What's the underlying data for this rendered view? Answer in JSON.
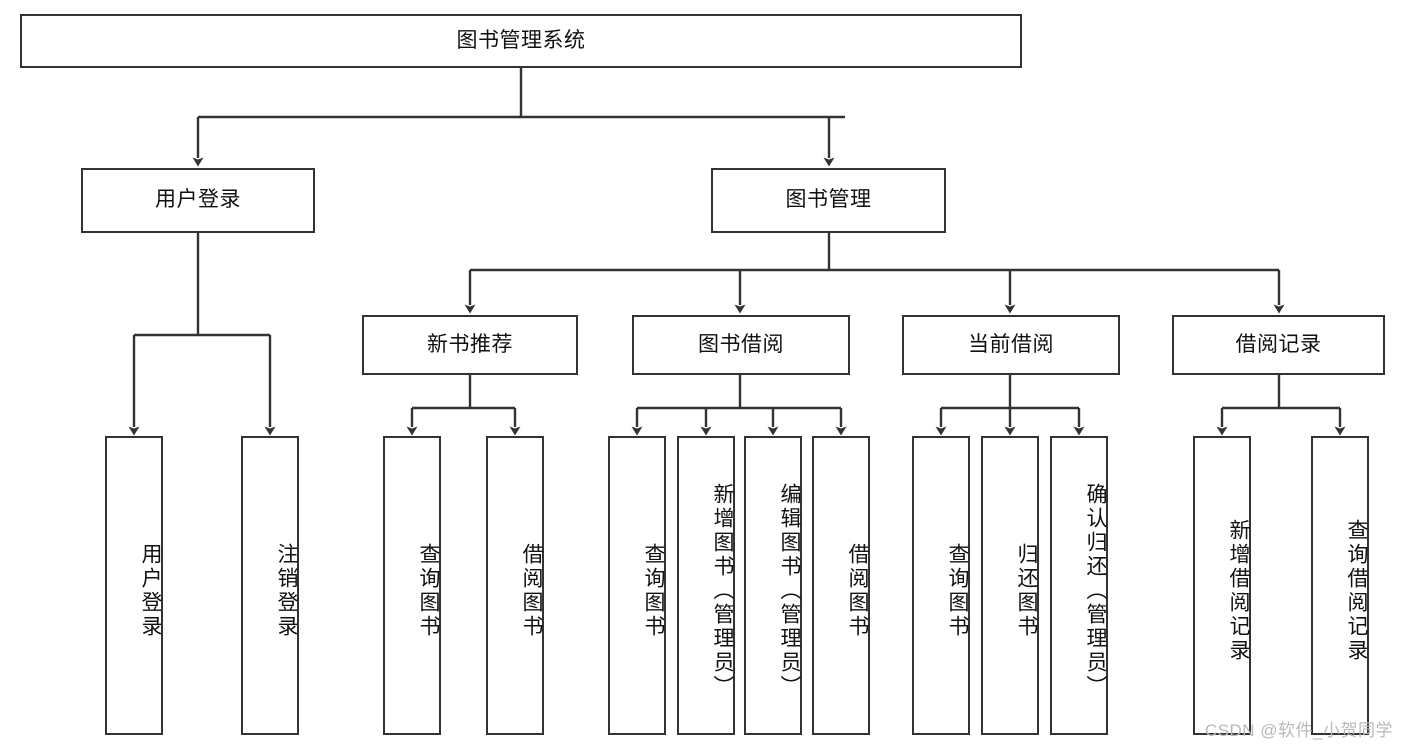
{
  "diagram": {
    "title": "图书管理系统",
    "type": "tree-hierarchy-diagram",
    "colors": {
      "box_border": "#333333",
      "box_fill": "#ffffff",
      "connector": "#333333",
      "text": "#111111",
      "watermark": "#b9b9b9",
      "background": "#ffffff"
    },
    "levels": {
      "root": "图书管理系统",
      "level2": [
        "用户登录",
        "图书管理"
      ],
      "level3": [
        "新书推荐",
        "图书借阅",
        "当前借阅",
        "借阅记录"
      ]
    },
    "nodes": {
      "root": {
        "label": "图书管理系统",
        "orientation": "horizontal"
      },
      "user_login": {
        "label": "用户登录",
        "orientation": "horizontal"
      },
      "book_manage": {
        "label": "图书管理",
        "orientation": "horizontal"
      },
      "new_book_rec": {
        "label": "新书推荐",
        "orientation": "horizontal"
      },
      "book_borrow": {
        "label": "图书借阅",
        "orientation": "horizontal"
      },
      "current_borrow": {
        "label": "当前借阅",
        "orientation": "horizontal"
      },
      "borrow_record": {
        "label": "借阅记录",
        "orientation": "horizontal"
      },
      "leaf_user_login": {
        "label": "用户登录",
        "orientation": "vertical"
      },
      "leaf_logout_login": {
        "label": "注销登录",
        "orientation": "vertical"
      },
      "leaf_query_book_1": {
        "label": "查询图书",
        "orientation": "vertical"
      },
      "leaf_borrow_book_1": {
        "label": "借阅图书",
        "orientation": "vertical"
      },
      "leaf_query_book_2": {
        "label": "查询图书",
        "orientation": "vertical"
      },
      "leaf_add_book_admin": {
        "label": "新增图书（管理员）",
        "orientation": "vertical"
      },
      "leaf_edit_book_admin": {
        "label": "编辑图书（管理员）",
        "orientation": "vertical"
      },
      "leaf_borrow_book_2": {
        "label": "借阅图书",
        "orientation": "vertical"
      },
      "leaf_query_book_3": {
        "label": "查询图书",
        "orientation": "vertical"
      },
      "leaf_return_book": {
        "label": "归还图书",
        "orientation": "vertical"
      },
      "leaf_confirm_return_admin": {
        "label": "确认归还（管理员）",
        "orientation": "vertical"
      },
      "leaf_add_borrow_record": {
        "label": "新增借阅记录",
        "orientation": "vertical"
      },
      "leaf_query_borrow_record": {
        "label": "查询借阅记录",
        "orientation": "vertical"
      }
    },
    "edges": [
      {
        "from": "图书管理系统",
        "to": "用户登录"
      },
      {
        "from": "图书管理系统",
        "to": "图书管理"
      },
      {
        "from": "用户登录",
        "to": "用户登录"
      },
      {
        "from": "用户登录",
        "to": "注销登录"
      },
      {
        "from": "图书管理",
        "to": "新书推荐"
      },
      {
        "from": "图书管理",
        "to": "图书借阅"
      },
      {
        "from": "图书管理",
        "to": "当前借阅"
      },
      {
        "from": "图书管理",
        "to": "借阅记录"
      },
      {
        "from": "新书推荐",
        "to": "查询图书"
      },
      {
        "from": "新书推荐",
        "to": "借阅图书"
      },
      {
        "from": "图书借阅",
        "to": "查询图书"
      },
      {
        "from": "图书借阅",
        "to": "新增图书（管理员）"
      },
      {
        "from": "图书借阅",
        "to": "编辑图书（管理员）"
      },
      {
        "from": "图书借阅",
        "to": "借阅图书"
      },
      {
        "from": "当前借阅",
        "to": "查询图书"
      },
      {
        "from": "当前借阅",
        "to": "归还图书"
      },
      {
        "from": "当前借阅",
        "to": "确认归还（管理员）"
      },
      {
        "from": "借阅记录",
        "to": "新增借阅记录"
      },
      {
        "from": "借阅记录",
        "to": "查询借阅记录"
      }
    ]
  },
  "watermark": {
    "text": "CSDN @软件_小贺同学"
  }
}
